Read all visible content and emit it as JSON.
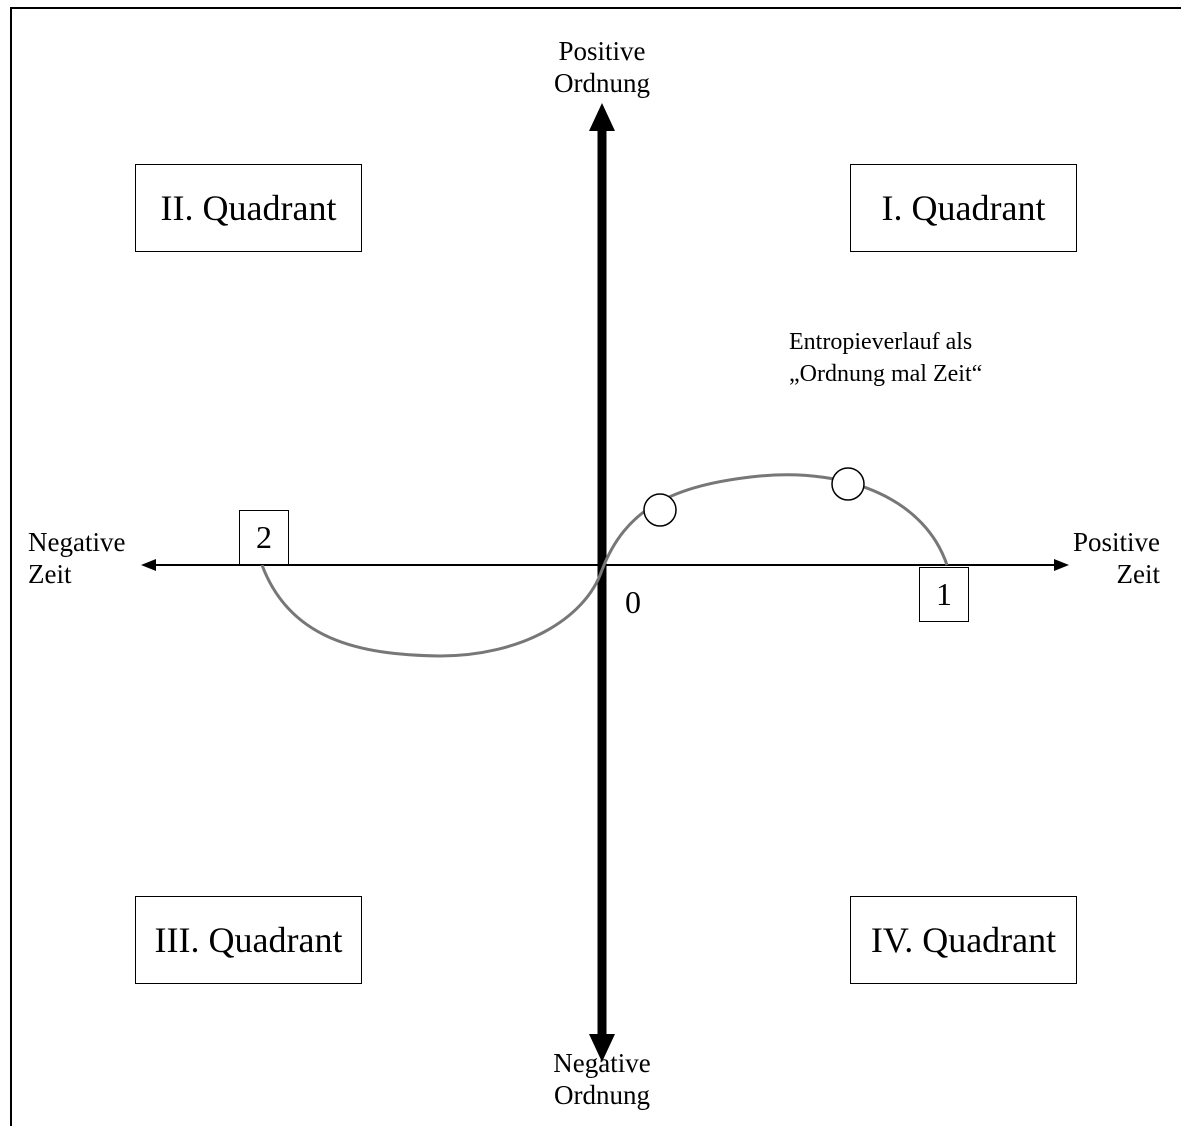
{
  "axes": {
    "y_top_label": [
      "Positive",
      "Ordnung"
    ],
    "y_bottom_label": [
      "Negative",
      "Ordnung"
    ],
    "x_left_label": [
      "Negative",
      "Zeit"
    ],
    "x_right_label": [
      "Positive",
      "Zeit"
    ],
    "origin_label": "0"
  },
  "quadrants": {
    "q1": "I. Quadrant",
    "q2": "II. Quadrant",
    "q3": "III. Quadrant",
    "q4": "IV. Quadrant"
  },
  "markers": {
    "point_1": "1",
    "point_2": "2"
  },
  "curve_annotation": [
    "Entropieverlauf als",
    "„Ordnung mal Zeit“"
  ],
  "colors": {
    "axis": "#000000",
    "curve": "#777777",
    "background": "#ffffff"
  }
}
